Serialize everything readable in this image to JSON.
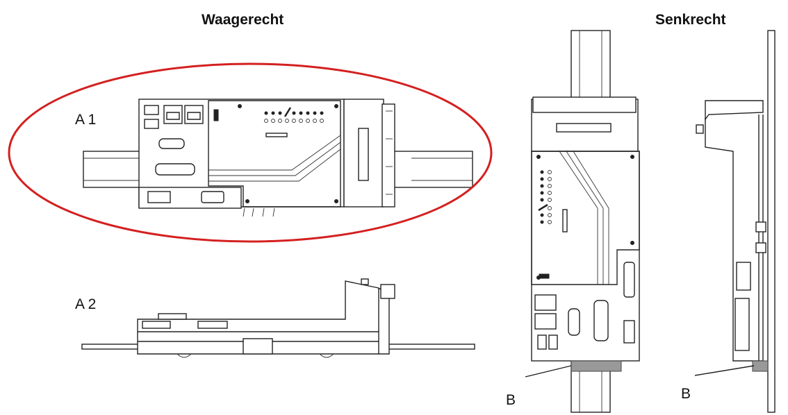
{
  "headings": {
    "horizontal": "Waagerecht",
    "vertical": "Senkrecht"
  },
  "labels": {
    "a1": "A 1",
    "a2": "A 2",
    "b_front": "B",
    "b_side": "B"
  },
  "colors": {
    "highlight_ellipse": "#d42020",
    "line": "#222222",
    "end_stop": "#999999"
  }
}
